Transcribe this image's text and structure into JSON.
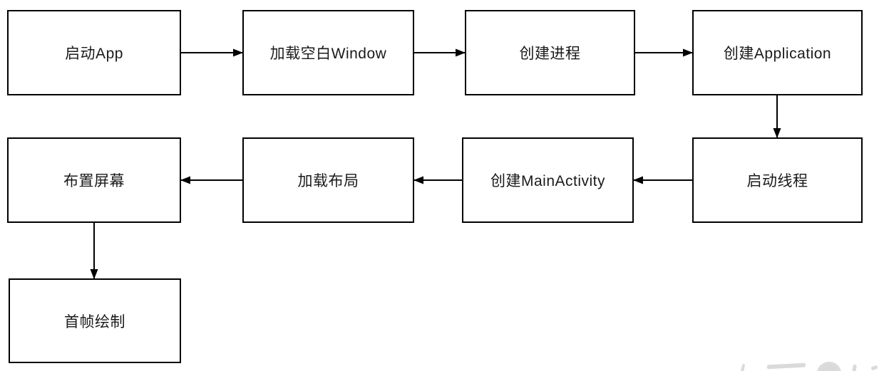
{
  "page": {
    "background": "#ffffff",
    "line_color": "#000000",
    "box_border_color": "#000000",
    "box_fill_color": "#ffffff",
    "text_color": "#1a1a1a",
    "watermark_color": "#c3c3c3"
  },
  "diagram": {
    "type": "flowchart",
    "nodes": [
      {
        "id": "start-app",
        "label": "启动App"
      },
      {
        "id": "load-blank-window",
        "label": "加载空白Window"
      },
      {
        "id": "create-process",
        "label": "创建进程"
      },
      {
        "id": "create-application",
        "label": "创建Application"
      },
      {
        "id": "start-thread",
        "label": "启动线程"
      },
      {
        "id": "create-mainactivity",
        "label": "创建MainActivity"
      },
      {
        "id": "load-layout",
        "label": "加载布局"
      },
      {
        "id": "layout-screen",
        "label": "布置屏幕"
      },
      {
        "id": "first-frame-draw",
        "label": "首帧绘制"
      }
    ],
    "edges": [
      {
        "from": "启动App",
        "to": "加载空白Window",
        "direction": "right"
      },
      {
        "from": "加载空白Window",
        "to": "创建进程",
        "direction": "right"
      },
      {
        "from": "创建进程",
        "to": "创建Application",
        "direction": "right"
      },
      {
        "from": "创建Application",
        "to": "启动线程",
        "direction": "down"
      },
      {
        "from": "启动线程",
        "to": "创建MainActivity",
        "direction": "left"
      },
      {
        "from": "创建MainActivity",
        "to": "加载布局",
        "direction": "left"
      },
      {
        "from": "加载布局",
        "to": "布置屏幕",
        "direction": "left"
      },
      {
        "from": "布置屏幕",
        "to": "首帧绘制",
        "direction": "down"
      }
    ]
  }
}
